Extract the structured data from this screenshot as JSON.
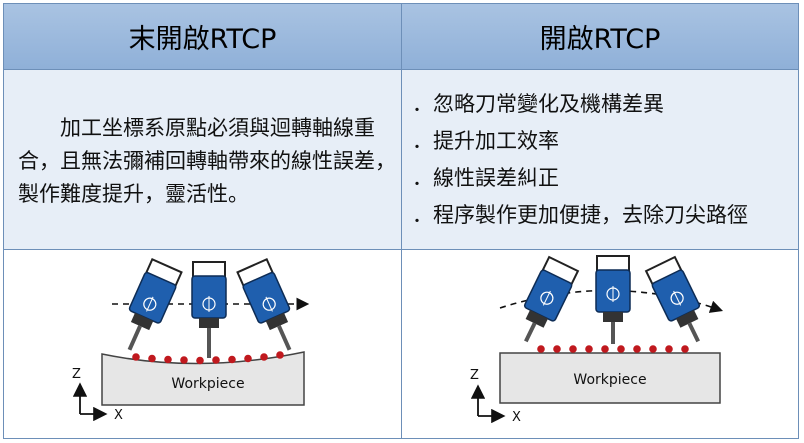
{
  "left": {
    "title": "末開啟RTCP",
    "description": "加工坐標系原點必須與迴轉軸線重合，且無法彌補回轉軸帶來的線性誤差，製作難度提升，靈活性。",
    "workpiece_label": "Workpiece",
    "axis_z": "Z",
    "axis_x": "X"
  },
  "right": {
    "title": "開啟RTCP",
    "bullets": [
      "．忽略刀常變化及機構差異",
      "．提升加工效率",
      "．線性誤差糾正",
      "．程序製作更加便捷，去除刀尖路徑"
    ],
    "workpiece_label": "Workpiece",
    "axis_z": "Z",
    "axis_x": "X"
  },
  "colors": {
    "header_bg": "#9bb9de",
    "body_bg": "#e7eef7",
    "border": "#6d8fb8",
    "spindle_blue": "#1f5fae",
    "dot_red": "#c0191e"
  }
}
